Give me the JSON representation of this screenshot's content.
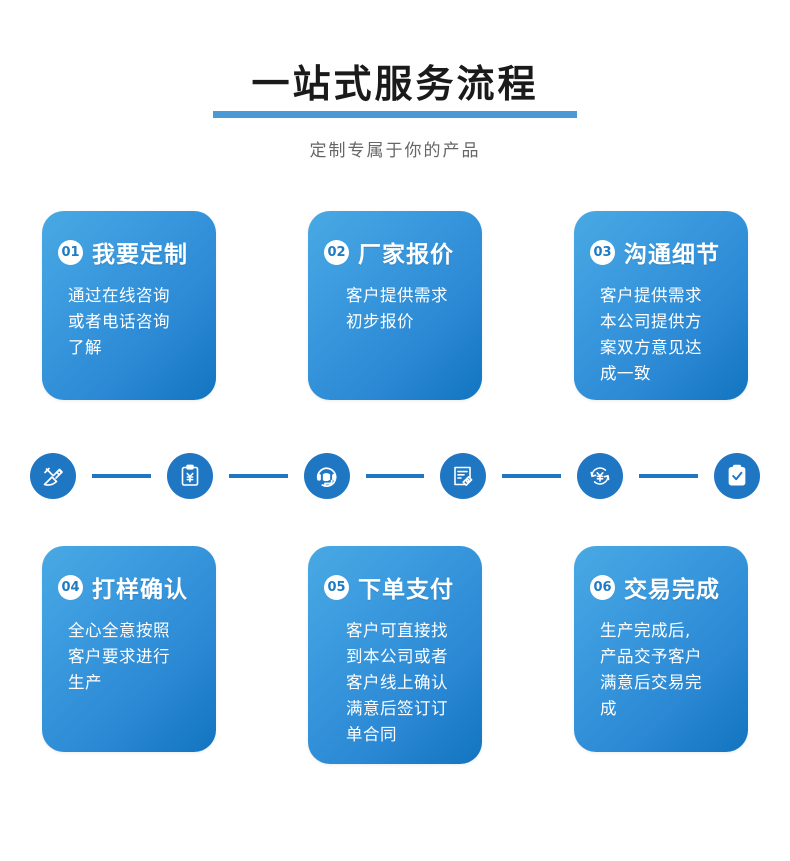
{
  "header": {
    "title": "一站式服务流程",
    "subtitle": "定制专属于你的产品",
    "rule_color": "#4b9ad6",
    "title_color": "#1a1a1a",
    "subtitle_color": "#666666"
  },
  "theme": {
    "card_gradient_from": "#49a9e3",
    "card_gradient_to": "#1274bf",
    "icon_blue": "#1f77c4",
    "badge_text_color": "#1d7cc4",
    "background": "#ffffff"
  },
  "steps": [
    {
      "number": "01",
      "title": "我要定制",
      "body": "通过在线咨询\n或者电话咨询\n了解"
    },
    {
      "number": "02",
      "title": "厂家报价",
      "body": "客户提供需求\n初步报价"
    },
    {
      "number": "03",
      "title": "沟通细节",
      "body": "客户提供需求\n本公司提供方\n案双方意见达\n成一致"
    },
    {
      "number": "04",
      "title": "打样确认",
      "body": "全心全意按照\n客户要求进行\n生产"
    },
    {
      "number": "05",
      "title": "下单支付",
      "body": "客户可直接找\n到本公司或者\n客户线上确认\n满意后签订订\n单合同"
    },
    {
      "number": "06",
      "title": "交易完成",
      "body": "生产完成后,\n产品交予客户\n满意后交易完\n成"
    }
  ],
  "flow_icons": [
    {
      "name": "design-pen-ruler-icon",
      "meaning": "我要定制"
    },
    {
      "name": "clipboard-yen-icon",
      "meaning": "厂家报价"
    },
    {
      "name": "headset-support-icon",
      "meaning": "沟通细节"
    },
    {
      "name": "document-tag-icon",
      "meaning": "打样确认"
    },
    {
      "name": "yen-refresh-icon",
      "meaning": "下单支付"
    },
    {
      "name": "clipboard-check-icon",
      "meaning": "交易完成"
    }
  ]
}
